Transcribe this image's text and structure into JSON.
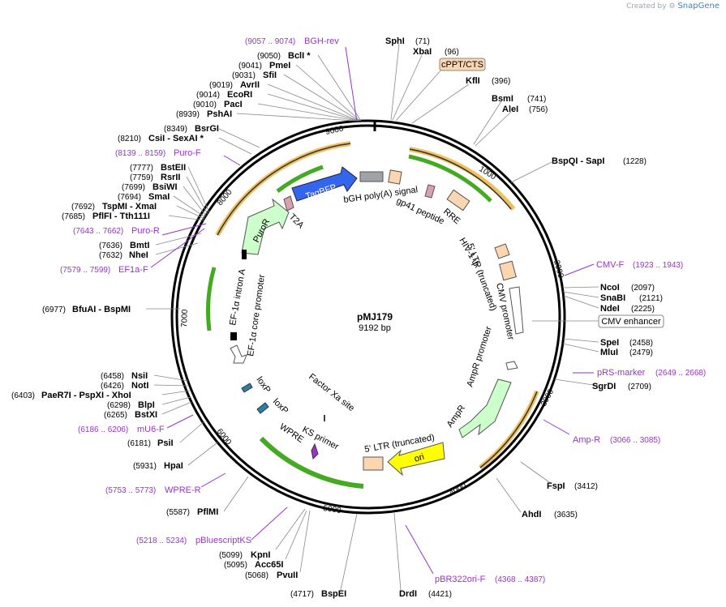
{
  "credit": {
    "prefix": "Created by",
    "brand": "SnapGene"
  },
  "plasmid": {
    "name": "pMJ179",
    "size": "9192 bp"
  },
  "ticks": [
    "1000",
    "2000",
    "3000",
    "4000",
    "5000",
    "6000",
    "7000",
    "8000",
    "9000"
  ],
  "enzymes": [
    {
      "name": "SphI",
      "pos": "(71)"
    },
    {
      "name": "XbaI",
      "pos": "(96)"
    },
    {
      "name": "KflI",
      "pos": "(396)"
    },
    {
      "name": "BsmI",
      "pos": "(741)"
    },
    {
      "name": "AleI",
      "pos": "(756)"
    },
    {
      "name": "BspQI - SapI",
      "pos": "(1228)"
    },
    {
      "name": "NcoI",
      "pos": "(2097)"
    },
    {
      "name": "SnaBI",
      "pos": "(2121)"
    },
    {
      "name": "NdeI",
      "pos": "(2225)"
    },
    {
      "name": "SpeI",
      "pos": "(2458)"
    },
    {
      "name": "MluI",
      "pos": "(2479)"
    },
    {
      "name": "SgrDI",
      "pos": "(2709)"
    },
    {
      "name": "FspI",
      "pos": "(3412)"
    },
    {
      "name": "AhdI",
      "pos": "(3635)"
    },
    {
      "name": "DrdI",
      "pos": "(4421)"
    },
    {
      "name": "BspEI",
      "pos": "(4717)"
    },
    {
      "name": "PvuII",
      "pos": "(5068)"
    },
    {
      "name": "Acc65I",
      "pos": "(5095)"
    },
    {
      "name": "KpnI",
      "pos": "(5099)"
    },
    {
      "name": "PflMI",
      "pos": "(5587)"
    },
    {
      "name": "HpaI",
      "pos": "(5931)"
    },
    {
      "name": "PsiI",
      "pos": "(6181)"
    },
    {
      "name": "BstXI",
      "pos": "(6265)"
    },
    {
      "name": "BlpI",
      "pos": "(6298)"
    },
    {
      "name": "PaeR7I - PspXI - XhoI",
      "pos": "(6403)"
    },
    {
      "name": "NotI",
      "pos": "(6426)"
    },
    {
      "name": "NsiI",
      "pos": "(6458)"
    },
    {
      "name": "BfuAI - BspMI",
      "pos": "(6977)"
    },
    {
      "name": "NheI",
      "pos": "(7632)"
    },
    {
      "name": "BmtI",
      "pos": "(7636)"
    },
    {
      "name": "PflFI - Tth111I",
      "pos": "(7685)"
    },
    {
      "name": "TspMI - XmaI",
      "pos": "(7692)"
    },
    {
      "name": "SmaI",
      "pos": "(7694)"
    },
    {
      "name": "BsiWI",
      "pos": "(7699)"
    },
    {
      "name": "RsrII",
      "pos": "(7759)"
    },
    {
      "name": "BstEII",
      "pos": "(7777)"
    },
    {
      "name": "CsiI - SexAI *",
      "pos": "(8210)"
    },
    {
      "name": "BsrGI",
      "pos": "(8349)"
    },
    {
      "name": "PshAI",
      "pos": "(8939)"
    },
    {
      "name": "PacI",
      "pos": "(9010)"
    },
    {
      "name": "EcoRI",
      "pos": "(9014)"
    },
    {
      "name": "AvrII",
      "pos": "(9019)"
    },
    {
      "name": "SfiI",
      "pos": "(9031)"
    },
    {
      "name": "PmeI",
      "pos": "(9041)"
    },
    {
      "name": "BclI *",
      "pos": "(9050)"
    }
  ],
  "primers": [
    {
      "name": "BGH-rev",
      "pos": "(9057 .. 9074)"
    },
    {
      "name": "Puro-F",
      "pos": "(8139 .. 8159)"
    },
    {
      "name": "Puro-R",
      "pos": "(7643 .. 7662)"
    },
    {
      "name": "EF1a-F",
      "pos": "(7579 .. 7599)"
    },
    {
      "name": "CMV-F",
      "pos": "(1923 .. 1943)"
    },
    {
      "name": "pRS-marker",
      "pos": "(2649 .. 2668)"
    },
    {
      "name": "Amp-R",
      "pos": "(3066 .. 3085)"
    },
    {
      "name": "pBR322ori-F",
      "pos": "(4368 .. 4387)"
    },
    {
      "name": "pBluescriptKS",
      "pos": "(5218 .. 5234)"
    },
    {
      "name": "WPRE-R",
      "pos": "(5753 .. 5773)"
    },
    {
      "name": "mU6-F",
      "pos": "(6186 .. 6206)"
    }
  ],
  "features": {
    "cppt": "cPPT/CTS",
    "cmv_enhancer": "CMV enhancer",
    "bgh": "bGH poly(A) signal",
    "gp41": "gp41 peptide",
    "rre": "RRE",
    "psi": "HIV-1 ψ",
    "ltr5_top": "5' LTR (truncated)",
    "cmv_promoter": "CMV promoter",
    "ampr_promoter": "AmpR promoter",
    "ampr": "AmpR",
    "ori": "ori",
    "ltr5_bottom": "5' LTR (truncated)",
    "ks_primer": "KS primer",
    "wpre": "WPRE",
    "loxp1": "loxP",
    "loxp2": "loxP",
    "factor_xa": "Factor Xa site",
    "ef1a_core": "EF-1α core promoter",
    "ef1a_intron": "EF-1α intron A",
    "puror": "PuroR",
    "t2a": "T2A",
    "tagbfp": "TagBFP"
  },
  "colors": {
    "backbone": "#000000",
    "primer": "#9933cc",
    "orange_arrow": "#f0c060",
    "green_arrow": "#44aa22",
    "tagbfp": "#3366ee",
    "puror": "#ccffcc",
    "ori": "#ffff00",
    "ltr": "#fbd6b0",
    "gray_block": "#9ea3a8",
    "t2a": "#d9a0b0"
  }
}
